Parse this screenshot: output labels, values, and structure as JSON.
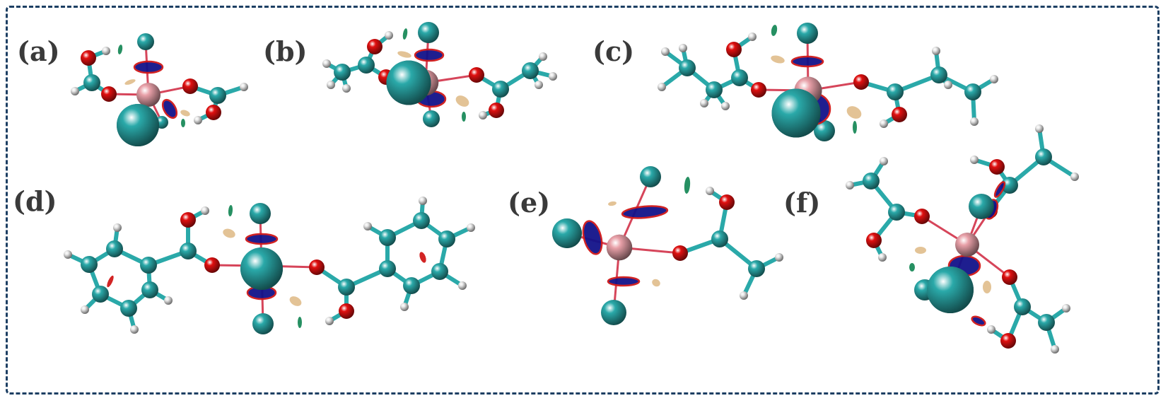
{
  "figure": {
    "panels": [
      {
        "id": "a",
        "label": "(a)"
      },
      {
        "id": "b",
        "label": "(b)"
      },
      {
        "id": "c",
        "label": "(c)"
      },
      {
        "id": "d",
        "label": "(d)"
      },
      {
        "id": "e",
        "label": "(e)"
      },
      {
        "id": "f",
        "label": "(f)"
      }
    ],
    "atom_colors": {
      "Cl": "#2aa9a9",
      "O": "#e01010",
      "H": "#e8e8e8",
      "C": "#2aa9a9",
      "metal": "#e8a0a8",
      "isosurface_blue": "#12128a",
      "isosurface_red": "#d01818",
      "isosurface_tan": "#e2c090",
      "isosurface_green": "#1a8a5a",
      "frame_border": "#1d3f63"
    }
  }
}
